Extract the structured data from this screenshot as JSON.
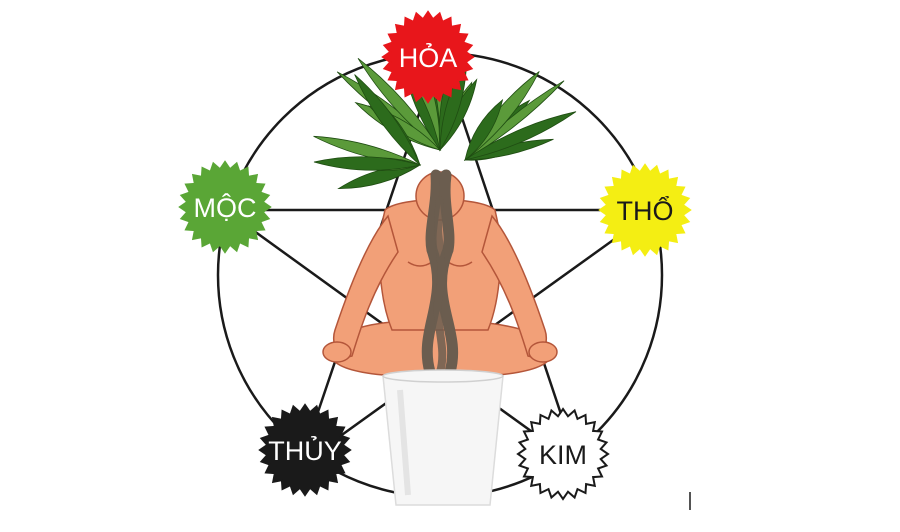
{
  "elements": [
    {
      "key": "hoa",
      "label": "HỎA",
      "fill": "#e8161b",
      "text_color": "#ffffff",
      "stroke": "#e8161b"
    },
    {
      "key": "tho",
      "label": "THỔ",
      "fill": "#f4ee13",
      "text_color": "#1a1a1a",
      "stroke": "#f4ee13"
    },
    {
      "key": "kim",
      "label": "KIM",
      "fill": "#ffffff",
      "text_color": "#1a1a1a",
      "stroke": "#1a1a1a"
    },
    {
      "key": "thuy",
      "label": "THỦY",
      "fill": "#1a1a1a",
      "text_color": "#ffffff",
      "stroke": "#1a1a1a"
    },
    {
      "key": "moc",
      "label": "MỘC",
      "fill": "#5aa636",
      "text_color": "#ffffff",
      "stroke": "#5aa636"
    }
  ],
  "colors": {
    "line": "#1a1a1a",
    "skin": "#f2a078",
    "skin_outline": "#b4563a",
    "leaf_dark": "#2c6b1c",
    "leaf_light": "#5b9a3a",
    "trunk": "#6b5d4f",
    "pot": "#f6f6f6"
  }
}
